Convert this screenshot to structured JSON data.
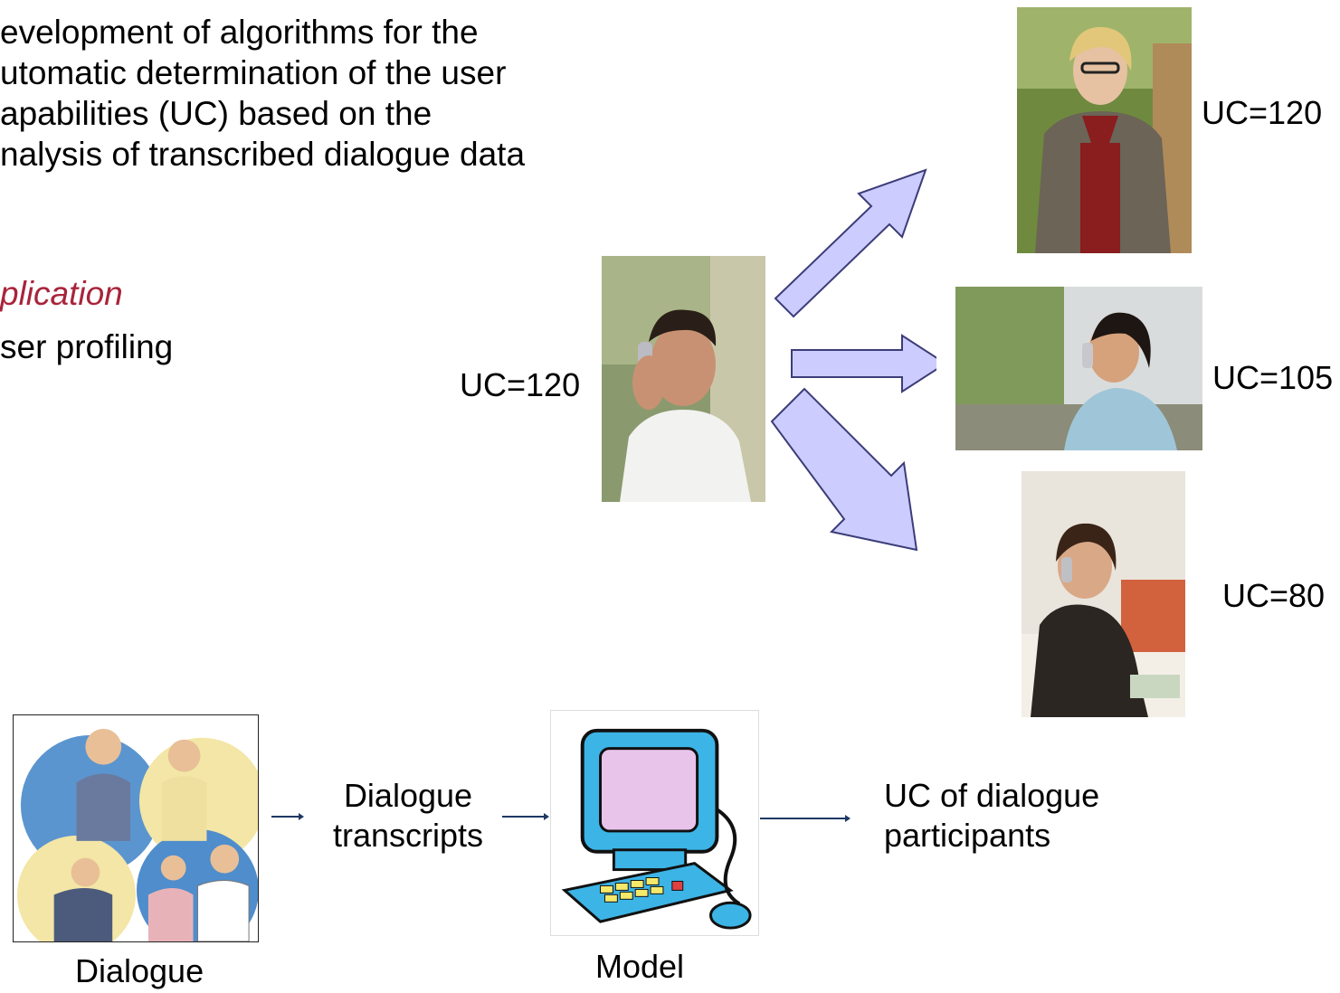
{
  "intro": {
    "lines": [
      "evelopment of algorithms for the",
      "utomatic determination of the user",
      "apabilities (UC) based on the",
      "nalysis of transcribed dialogue data"
    ]
  },
  "application": {
    "heading": "plication",
    "item": "ser profiling"
  },
  "profiling": {
    "source_label": "UC=120",
    "targets": [
      {
        "label": "UC=120"
      },
      {
        "label": "UC=105"
      },
      {
        "label": "UC=80"
      }
    ],
    "arrow_color": "#ccccff",
    "arrow_outline": "#3c3c78"
  },
  "pipeline": {
    "dialogue_caption": "Dialogue",
    "transcripts_lines": [
      "Dialogue",
      "transcripts"
    ],
    "model_caption": "Model",
    "output_lines": [
      "UC of dialogue",
      "participants"
    ],
    "arrow_color": "#1f3864"
  }
}
